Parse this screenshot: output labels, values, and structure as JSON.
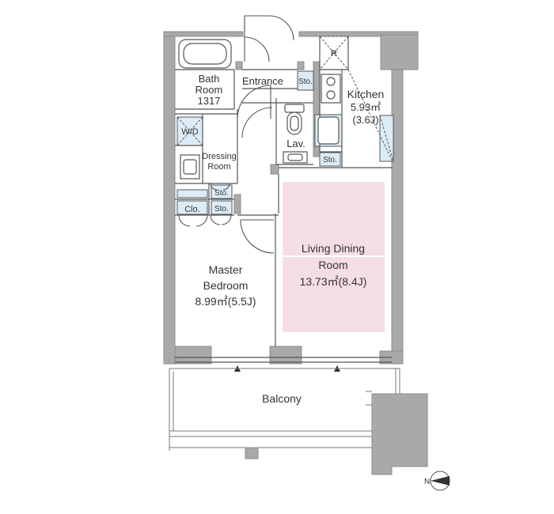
{
  "colors": {
    "wall": "#a9a9a9",
    "wall_stroke": "#8c8c8c",
    "line": "#555555",
    "ldk_fill": "#f5dde7",
    "wet_fill": "#dcecf6",
    "text": "#333333"
  },
  "rooms": {
    "bath": {
      "line1": "Bath",
      "line2": "Room",
      "line3": "1317"
    },
    "entrance": "Entrance",
    "entrance_storage": "Sto.",
    "refrigerator": "R",
    "kitchen": {
      "name": "Kitchen",
      "area": "5.93㎡",
      "jo": "(3.6J)"
    },
    "washer": "W/D",
    "lavatory": "Lav.",
    "kitchen_storage": "Sto.",
    "dressing": {
      "line1": "Dressing",
      "line2": "Room"
    },
    "storage_upper": "Sto.",
    "storage_lower": "Sto.",
    "closet": "Clo.",
    "living": {
      "line1": "Living Dining",
      "line2": "Room",
      "area": "13.73㎡(8.4J)"
    },
    "bedroom": {
      "line1": "Master",
      "line2": "Bedroom",
      "area": "8.99㎡(5.5J)"
    },
    "balcony": "Balcony"
  },
  "compass": {
    "label": "N",
    "icon": "north-arrow-icon"
  }
}
